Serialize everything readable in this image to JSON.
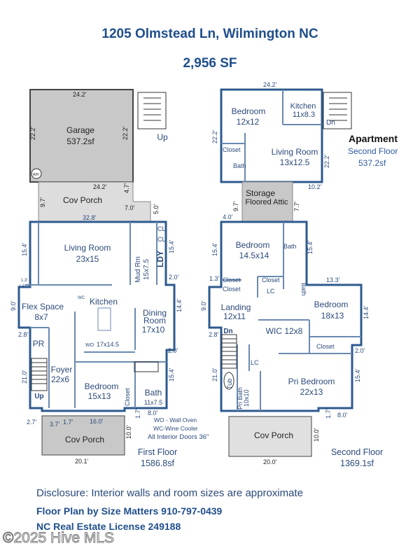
{
  "header": {
    "address": "1205 Olmstead Ln, Wilmington NC",
    "total_sf": "2,956 SF"
  },
  "garage": {
    "name": "Garage",
    "area": "537.2sf",
    "width_top": "24.2'",
    "width_bottom": "24.2'",
    "height_left": "22.2'",
    "height_right": "22.2'",
    "wh": "WH",
    "stairs": "Up"
  },
  "breezeway": {
    "name": "Cov Porch",
    "dim_left": "9.7'",
    "dim_right": "4.7'",
    "dim_bottom": "7.0'",
    "dim_side": "5.0'"
  },
  "first_floor": {
    "label": "First Floor",
    "area": "1586.8sf",
    "rooms": {
      "living": {
        "name": "Living Room",
        "size": "23x15"
      },
      "mud": {
        "name": "Mud Rm",
        "size": "15x7.5"
      },
      "ldy": "LDY",
      "cl1": "CL",
      "cl2": "CL",
      "kitchen": {
        "name": "Kitchen",
        "size": "17x14.5"
      },
      "wo": "WO",
      "wc": "WC",
      "dining": {
        "name": "Dining",
        "name2": "Room",
        "size": "17x10"
      },
      "flex": {
        "name": "Flex Space",
        "size": "8x7"
      },
      "pr": "PR",
      "foyer": {
        "name": "Foyer",
        "size": "22x6"
      },
      "bedroom": {
        "name": "Bedroom",
        "size": "15x13"
      },
      "closet": "Closet",
      "bath": {
        "name": "Bath",
        "size": "11x7.5"
      },
      "up": "Up",
      "porch": "Cov Porch"
    },
    "dims": {
      "top": "32.8'",
      "l1": "15.4'",
      "l2": "1.3'",
      "l3": "1.5'",
      "l4": "9.0'",
      "l5": "2.8'",
      "l6": "21.0'",
      "l7": "2.7'",
      "r1": "15.4'",
      "r2": "2.0'",
      "r3": "14.4'",
      "r4": "2.0'",
      "r5": "15.4'",
      "b1": "3.7'",
      "b2": "1.7'",
      "b3": "16.0'",
      "b4": "1.7'",
      "b5": "8.0'",
      "porch_w": "20.1'",
      "porch_h": "10.0'"
    },
    "notes": [
      "WO - Wall Oven",
      "WC-Wine Cooler",
      "All Interior Doors 36\""
    ]
  },
  "apartment": {
    "label": "Apartment",
    "floor": "Second Floor",
    "area": "537.2sf",
    "rooms": {
      "bedroom": {
        "name": "Bedroom",
        "size": "12x12"
      },
      "kitchen": {
        "name": "Kitchen",
        "size": "11x8.3"
      },
      "living": {
        "name": "Living Room",
        "size": "13x12.5"
      },
      "closet": "Closet",
      "bath": "Bath",
      "dn": "Dn"
    },
    "dims": {
      "top": "24.2'",
      "left": "22.2'",
      "right": "22.2'",
      "bottom": "10.2'"
    },
    "storage": {
      "name": "Storage",
      "sub": "Floored Attic",
      "dim_left": "9.7'",
      "dim_right": "7.7'"
    }
  },
  "second_floor": {
    "label": "Second Floor",
    "area": "1369.1sf",
    "rooms": {
      "bed1": {
        "name": "Bedroom",
        "size": "14.5x14"
      },
      "bath1": "Bath",
      "bath2": "Bath",
      "closet1": "Closet",
      "closet2": "Closet",
      "closet3": "Closet",
      "closet4": "Closet",
      "lc1": "LC",
      "lc2": "LC",
      "landing": {
        "name": "Landing",
        "size": "12x11"
      },
      "dn": "Dn",
      "bed2": {
        "name": "Bedroom",
        "size": "18x13"
      },
      "wic": "WIC 12x8",
      "pri": {
        "name": "Pri Bedroom",
        "size": "22x13"
      },
      "pribath": {
        "name": "Pri Bath",
        "size": "10x10"
      },
      "tub": "Tub",
      "porch": "Cov Porch"
    },
    "dims": {
      "top": "4.0'",
      "l1": "15.4'",
      "l2": "1.3'",
      "l3": "9.0'",
      "l4": "2.8'",
      "l5": "21.0'",
      "r1": "15.4'",
      "r2": "13.3'",
      "r3": "14.4'",
      "r4": "2.0'",
      "r5": "15.4'",
      "b1": "1.7'",
      "b2": "8.0'",
      "porch_w": "20.0'",
      "porch_h": "10.0'"
    }
  },
  "footer": {
    "disclosure": "Disclosure: Interior walls and room sizes are approximate",
    "credit": "Floor Plan by Size Matters 910-797-0439",
    "license": "NC Real Estate License 249188",
    "watermark": "©2025 Hive MLS"
  }
}
